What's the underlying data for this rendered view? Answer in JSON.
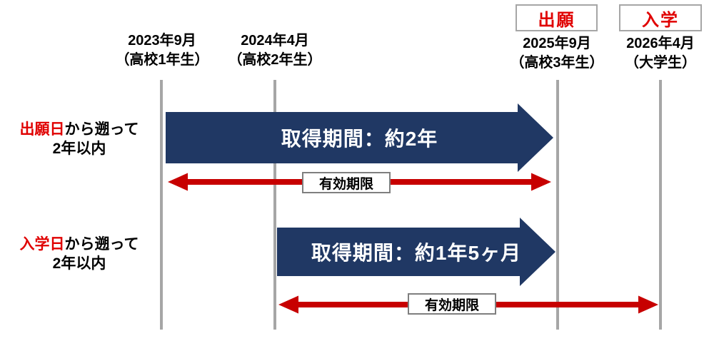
{
  "colors": {
    "blue": "#203864",
    "red": "#c70000",
    "red_text": "#e00000",
    "gray": "#a6a6a6",
    "border_gray": "#7f7f7f"
  },
  "top_boxes": [
    {
      "label": "出願"
    },
    {
      "label": "入学"
    }
  ],
  "dates": [
    {
      "line1": "2023年9月",
      "line2": "（高校1年生）"
    },
    {
      "line1": "2024年4月",
      "line2": "（高校2年生）"
    },
    {
      "line1": "2025年9月",
      "line2": "（高校3年生）"
    },
    {
      "line1": "2026年4月",
      "line2": "（大学生）"
    }
  ],
  "left_labels": [
    {
      "highlight": "出願日",
      "rest": "から遡って",
      "line2": "2年以内"
    },
    {
      "highlight": "入学日",
      "rest": "から遡って",
      "line2": "2年以内"
    }
  ],
  "period_arrows": [
    {
      "label": "取得期間：約2年"
    },
    {
      "label": "取得期間：約1年5ヶ月"
    }
  ],
  "validity_labels": [
    {
      "label": "有効期限"
    },
    {
      "label": "有効期限"
    }
  ]
}
